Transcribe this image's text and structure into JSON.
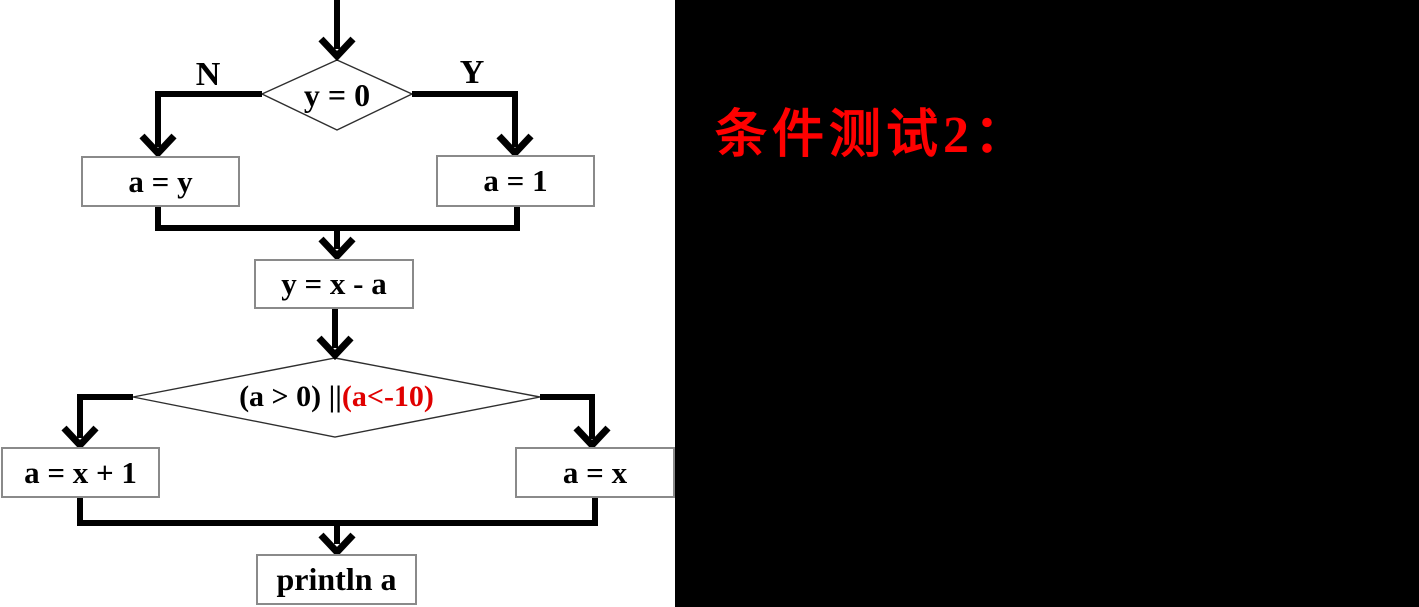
{
  "title_panel": {
    "title": "条件测试2：",
    "text_color": "#ff0000",
    "background_color": "#000000"
  },
  "flowchart": {
    "background_color": "#ffffff",
    "line_color": "#000000",
    "box_border_color": "#8a8a8a",
    "decision1": {
      "text": "y = 0",
      "no_label": "N",
      "yes_label": "Y"
    },
    "box_a_y": {
      "text": "a = y"
    },
    "box_a_1": {
      "text": "a = 1"
    },
    "box_y_x_a": {
      "text": "y = x - a"
    },
    "decision2": {
      "text_black": "(a > 0) || ",
      "text_red": "(a<-10)",
      "red_color": "#e00000"
    },
    "box_a_x_1": {
      "text": "a = x + 1"
    },
    "box_a_x": {
      "text": "a = x"
    },
    "box_println": {
      "text": "println a"
    }
  }
}
